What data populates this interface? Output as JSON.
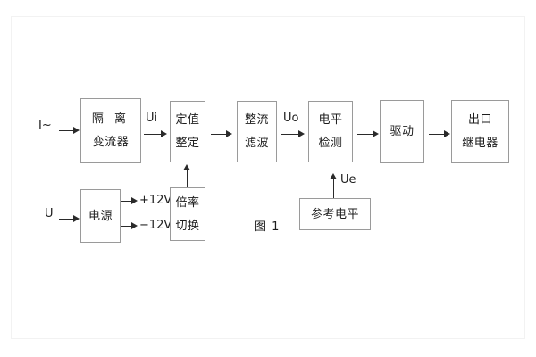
{
  "figure": {
    "caption": "图 1",
    "background_color": "#ffffff",
    "box_border_color": "#9a9a9a",
    "line_color": "#2a2a2a"
  },
  "inputs": [
    {
      "id": "current-input",
      "label": "I~"
    },
    {
      "id": "voltage-input",
      "label": "U"
    }
  ],
  "blocks": [
    {
      "id": "isolation-transformer",
      "line1": "隔 离",
      "line2": "变流器"
    },
    {
      "id": "setting-value",
      "line1": "定值",
      "line2": "整定"
    },
    {
      "id": "rectifier-filter",
      "line1": "整流",
      "line2": "滤波"
    },
    {
      "id": "level-detection",
      "line1": "电平",
      "line2": "检测"
    },
    {
      "id": "driver",
      "line1": "驱动",
      "line2": ""
    },
    {
      "id": "output-relay",
      "line1": "出口",
      "line2": "继电器"
    },
    {
      "id": "power-supply",
      "line1": "电源",
      "line2": ""
    },
    {
      "id": "multiplier-switch",
      "line1": "倍率",
      "line2": "切换"
    },
    {
      "id": "reference-level",
      "line1": "参考电平",
      "line2": ""
    }
  ],
  "signals": [
    {
      "id": "ui",
      "label": "Ui"
    },
    {
      "id": "uo",
      "label": "Uo"
    },
    {
      "id": "ue",
      "label": "Ue"
    }
  ],
  "supply_rails": [
    {
      "id": "rail-positive",
      "label": "+12V"
    },
    {
      "id": "rail-negative",
      "label": "−12V"
    }
  ]
}
